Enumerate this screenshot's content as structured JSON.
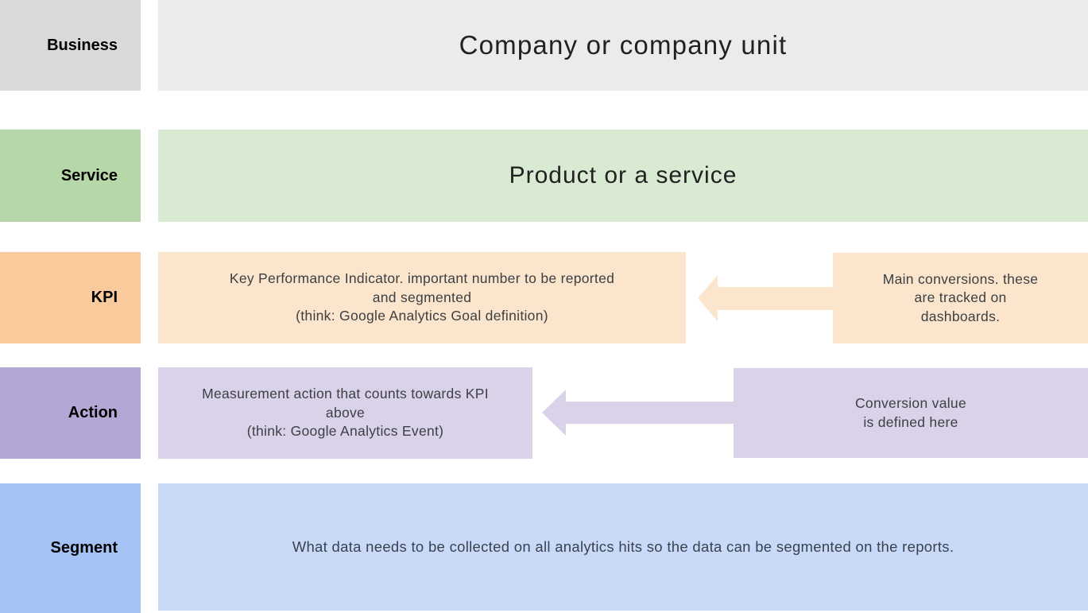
{
  "diagram": {
    "description_rows": [
      {
        "label": "Business",
        "label_color": "#d9d9d9",
        "box_color": "#ebebeb",
        "main_text": "Company or company unit"
      },
      {
        "label": "Service",
        "label_color": "#b6d7a8",
        "box_color": "#d9ead3",
        "main_text": "Product or a service"
      },
      {
        "label": "KPI",
        "label_color": "#f9cb9c",
        "box_color": "#fce5cd",
        "main_text": "Key Performance Indicator. important number to be reported\nand segmented\n(think: Google Analytics Goal definition)",
        "side_text": "Main conversions. these\nare tracked on\ndashboards.",
        "arrow_direction": "left",
        "arrow_color": "#fce5cd"
      },
      {
        "label": "Action",
        "label_color": "#b4a7d6",
        "box_color": "#d9d2e9",
        "main_text": "Measurement action that counts towards KPI\nabove\n(think: Google Analytics Event)",
        "side_text": "Conversion value\nis defined here",
        "arrow_direction": "left",
        "arrow_color": "#d9d2e9"
      },
      {
        "label": "Segment",
        "label_color": "#a4c2f4",
        "box_color": "#c9daf8",
        "main_text": "What data needs to be collected on all analytics hits so the data can be segmented on the reports."
      }
    ]
  }
}
